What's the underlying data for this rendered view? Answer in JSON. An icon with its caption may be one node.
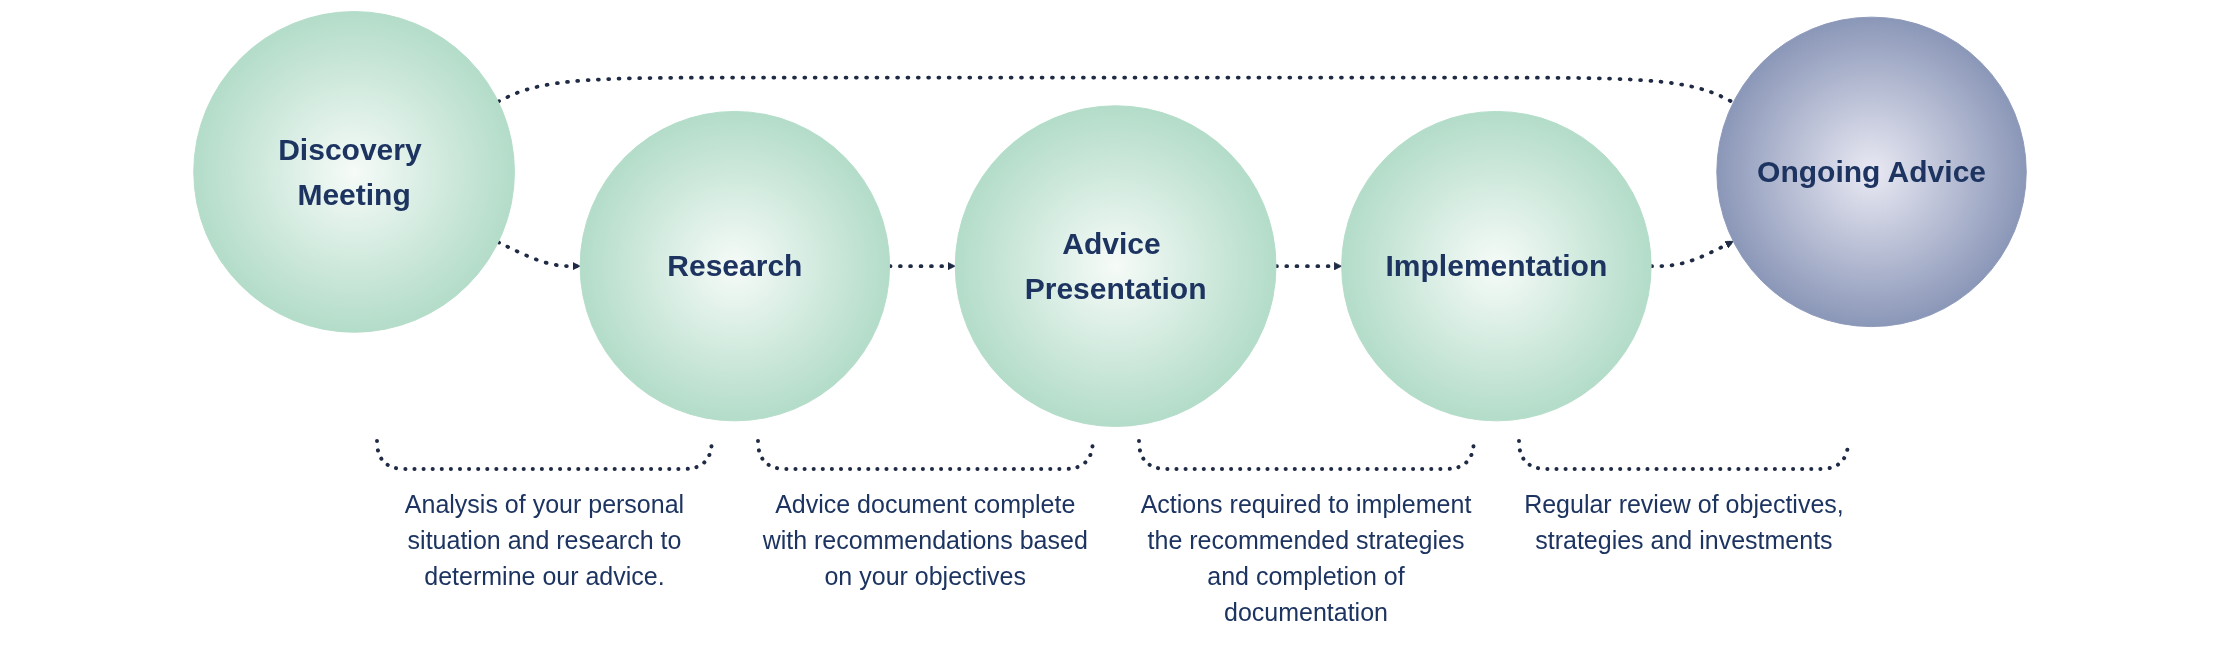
{
  "diagram": {
    "nodes": [
      {
        "text": [
          "Discovery Meeting"
        ]
      },
      {
        "text": [
          "Research"
        ]
      },
      {
        "text": [
          "Advice Presentation"
        ]
      },
      {
        "text": [
          "Implementation"
        ]
      },
      {
        "text": [
          "Ongoing Advice"
        ]
      }
    ],
    "edges": [
      {
        "from": 0,
        "to": 4,
        "arrow": "none",
        "style": "dashed"
      },
      {
        "from": 0,
        "to": 1,
        "arrow": "to",
        "style": "dashed"
      },
      {
        "from": 1,
        "to": 2,
        "arrow": "to",
        "style": "dashed"
      },
      {
        "from": 2,
        "to": 3,
        "arrow": "to",
        "style": "dashed"
      },
      {
        "from": 3,
        "to": 4,
        "arrow": "to",
        "style": "dashed"
      }
    ],
    "labels": [
      "Analysis of your personal situation and research to determine our advice.",
      "Advice document complete with recommendations based on your objectives",
      "Actions required to implement the recommended strategies and completion of documentation",
      "Regular review of objectives, strategies and investments"
    ]
  }
}
